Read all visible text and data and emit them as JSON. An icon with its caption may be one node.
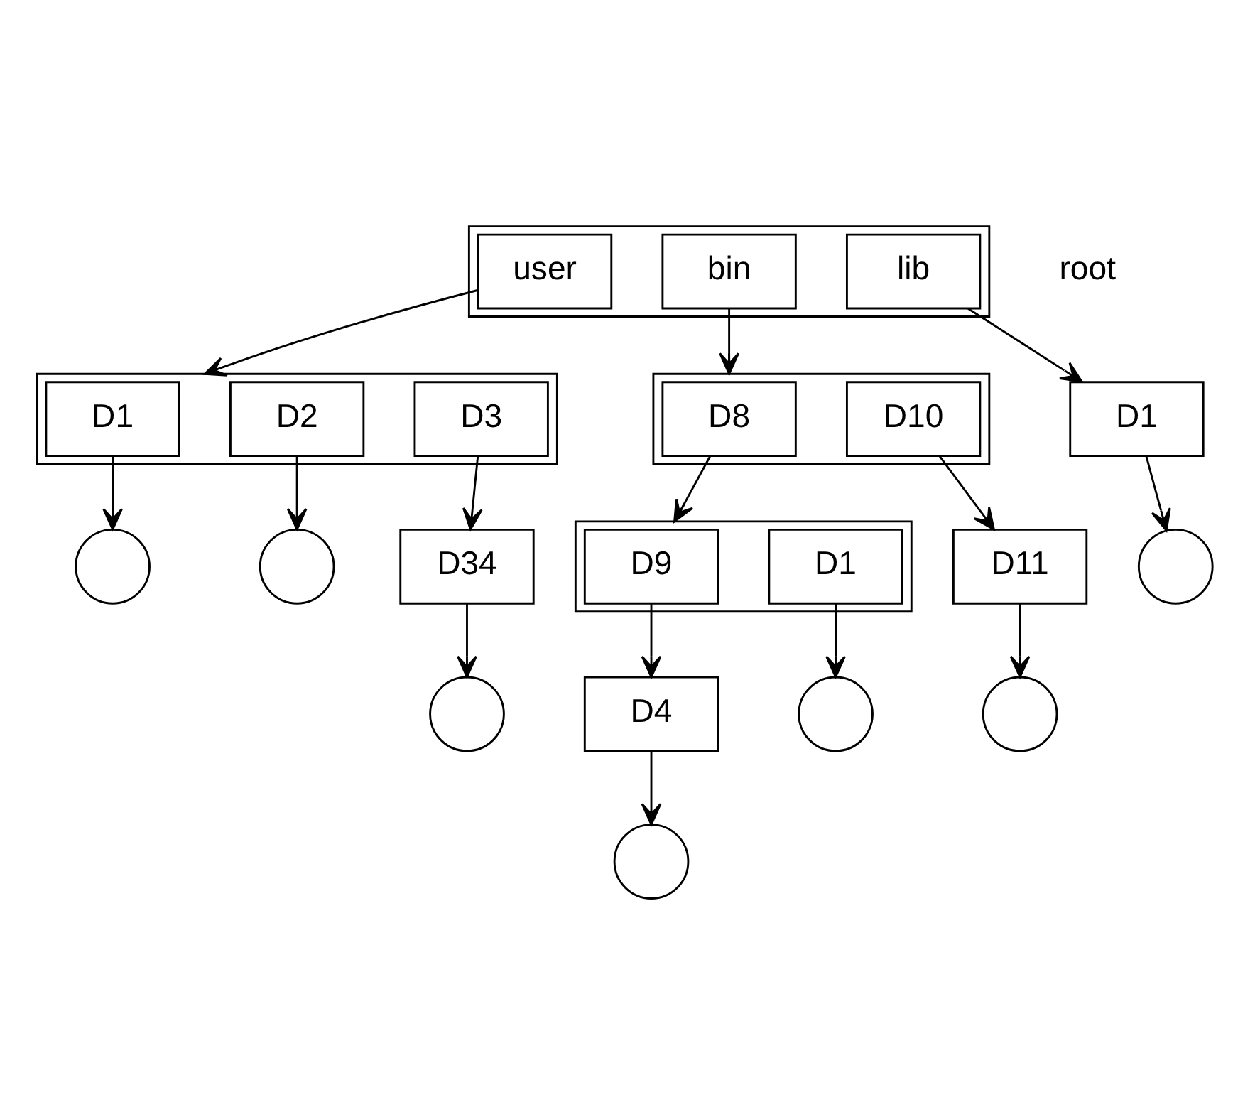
{
  "diagram": {
    "nodes": [
      {
        "text": [],
        "shape": "box",
        "beside": [
          "root"
        ]
      },
      {
        "text": [
          "user"
        ],
        "in": 0
      },
      {
        "text": [
          "bin"
        ],
        "in": 0
      },
      {
        "text": [
          "lib"
        ],
        "in": 0
      },
      {
        "text": [],
        "shape": "box"
      },
      {
        "text": [
          "D1"
        ],
        "in": 4
      },
      {
        "text": [
          "D2"
        ],
        "in": 4
      },
      {
        "text": [
          "D3"
        ],
        "in": 4
      },
      {
        "text": [],
        "shape": "circle"
      },
      {
        "text": [],
        "shape": "circle"
      },
      {
        "text": [
          "D34"
        ]
      },
      {
        "text": [],
        "shape": "circle"
      },
      {
        "text": [],
        "shape": "box"
      },
      {
        "text": [
          "D8"
        ],
        "in": 12
      },
      {
        "text": [
          "D10"
        ],
        "in": 12
      },
      {
        "text": [],
        "shape": "box"
      },
      {
        "text": [
          "D9"
        ],
        "in": 15
      },
      {
        "text": [
          "D1"
        ],
        "in": 15
      },
      {
        "text": [
          "D11"
        ]
      },
      {
        "text": [
          "D4"
        ]
      },
      {
        "text": [],
        "shape": "circle"
      },
      {
        "text": [],
        "shape": "circle"
      },
      {
        "text": [],
        "shape": "circle"
      },
      {
        "text": [
          "D1"
        ]
      },
      {
        "text": [],
        "shape": "circle"
      }
    ],
    "edges": [
      {
        "from": 1,
        "to": 4,
        "arrow": "to"
      },
      {
        "from": 2,
        "to": 12,
        "arrow": "to"
      },
      {
        "from": 3,
        "to": 23,
        "arrow": "to"
      },
      {
        "from": 5,
        "to": 8,
        "arrow": "to"
      },
      {
        "from": 6,
        "to": 9,
        "arrow": "to"
      },
      {
        "from": 7,
        "to": 10,
        "arrow": "to"
      },
      {
        "from": 10,
        "to": 11,
        "arrow": "to"
      },
      {
        "from": 13,
        "to": 15,
        "arrow": "to"
      },
      {
        "from": 14,
        "to": 18,
        "arrow": "to"
      },
      {
        "from": 16,
        "to": 19,
        "arrow": "to"
      },
      {
        "from": 17,
        "to": 20,
        "arrow": "to"
      },
      {
        "from": 18,
        "to": 21,
        "arrow": "to"
      },
      {
        "from": 19,
        "to": 22,
        "arrow": "to"
      },
      {
        "from": 23,
        "to": 24,
        "arrow": "to"
      }
    ]
  }
}
